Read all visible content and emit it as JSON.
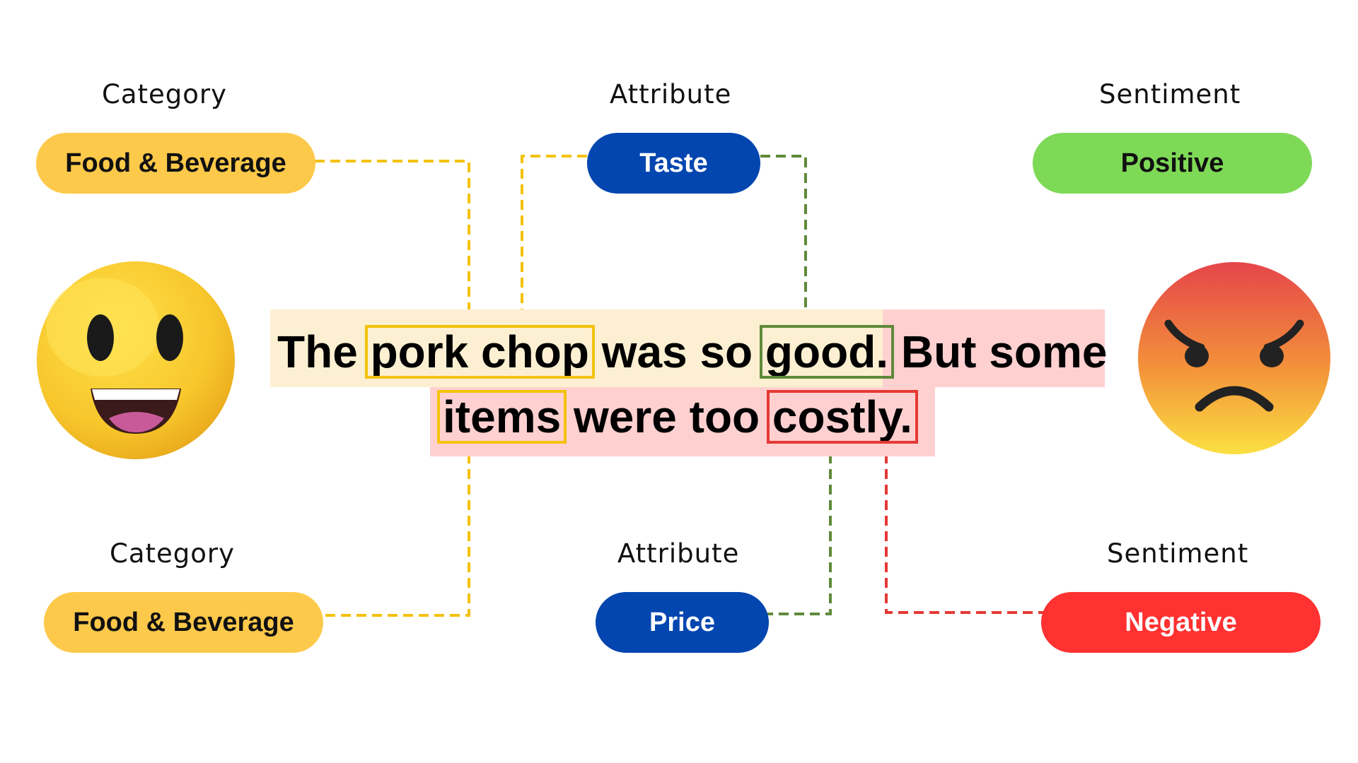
{
  "headings": {
    "category_top": "Category",
    "attribute_top": "Attribute",
    "sentiment_top": "Sentiment",
    "category_bottom": "Category",
    "attribute_bottom": "Attribute",
    "sentiment_bottom": "Sentiment"
  },
  "pills": {
    "category_top": "Food & Beverage",
    "attribute_top": "Taste",
    "sentiment_top": "Positive",
    "category_bottom": "Food & Beverage",
    "attribute_bottom": "Price",
    "sentiment_bottom": "Negative"
  },
  "sentence": {
    "line1": [
      "The",
      "pork chop",
      "was so",
      "good.",
      "But some"
    ],
    "line2": [
      "items",
      "were too",
      "costly."
    ]
  },
  "colors": {
    "category": "#fdc94a",
    "attribute": "#0346b0",
    "positive": "#7ed957",
    "negative": "#ff3131",
    "positive_band": "#fdf0d2",
    "negative_band": "#ffd0d0",
    "aspect_box": "#f4c20d",
    "opinion_positive_box": "#5f8a3a",
    "opinion_negative_box": "#e53935"
  },
  "icons": {
    "left": "smiling-face-icon",
    "right": "angry-face-icon"
  }
}
